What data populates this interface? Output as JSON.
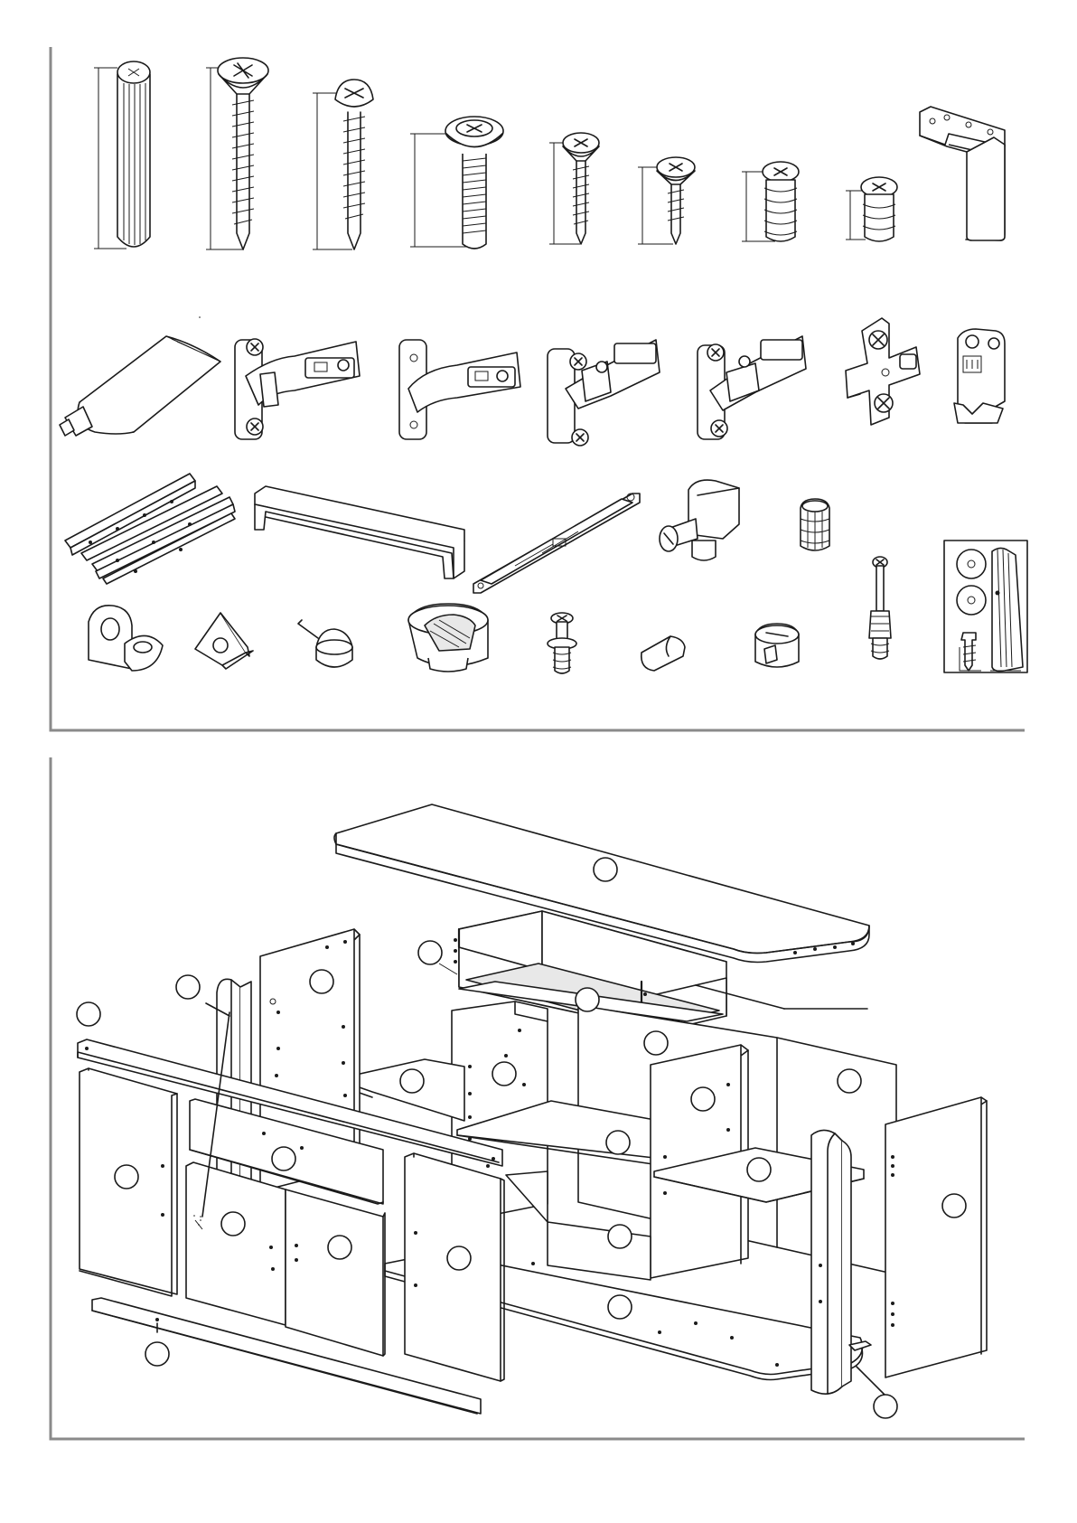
{
  "hardware_panel": {
    "rows": [
      {
        "items": [
          {
            "name": "wooden-dowel"
          },
          {
            "name": "long-flat-head-screw"
          },
          {
            "name": "long-round-head-screw"
          },
          {
            "name": "machine-bolt"
          },
          {
            "name": "medium-screw"
          },
          {
            "name": "short-screw"
          },
          {
            "name": "euro-screw"
          },
          {
            "name": "short-euro-screw"
          },
          {
            "name": "l-shaped-leg"
          }
        ]
      },
      {
        "items": [
          {
            "name": "glue-tube"
          },
          {
            "name": "hinge-a"
          },
          {
            "name": "hinge-b"
          },
          {
            "name": "hinge-c"
          },
          {
            "name": "hinge-d"
          },
          {
            "name": "mounting-plate"
          },
          {
            "name": "wall-bracket"
          }
        ]
      },
      {
        "items": [
          {
            "name": "drawer-slides"
          },
          {
            "name": "handle"
          },
          {
            "name": "soft-close-rail"
          },
          {
            "name": "cam-connector"
          },
          {
            "name": "plastic-dowel"
          }
        ]
      },
      {
        "items": [
          {
            "name": "angle-bracket"
          },
          {
            "name": "corner-block"
          },
          {
            "name": "furniture-glide"
          },
          {
            "name": "cam-lock-housing"
          },
          {
            "name": "cam-bolt"
          },
          {
            "name": "shelf-support"
          },
          {
            "name": "cam-lock-small"
          },
          {
            "name": "connector-bolt"
          },
          {
            "name": "felt-pads-kit"
          }
        ]
      }
    ]
  },
  "assembly_panel": {
    "callouts": 22
  }
}
